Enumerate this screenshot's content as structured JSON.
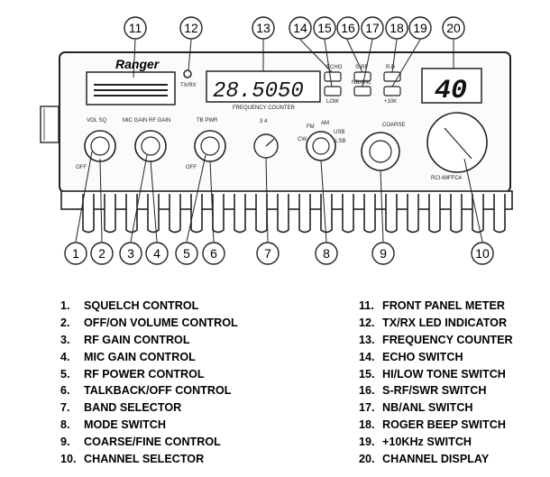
{
  "radio": {
    "brand": "Ranger",
    "frequency_readout": "28.5050",
    "frequency_caption": "FREQUENCY COUNTER",
    "channel_readout": "40",
    "model": "RCI-69FFC4",
    "txrx_label": "TX/RX",
    "knob_labels": {
      "vol_sq": "VOL SQ",
      "mic_rf": "MIC GAIN RF GAIN",
      "tb_pwr": "TB PWR",
      "coarse": "COARSE",
      "off1": "OFF",
      "off2": "OFF",
      "band_nums": "3  4",
      "mode_fm": "FM",
      "mode_am": "AM",
      "mode_cw": "CW",
      "mode_usb": "USB",
      "mode_lsb": "LSB"
    },
    "switch_labels": {
      "echo": "ECHO",
      "tone": "LOW",
      "srf": "S-RF",
      "nb": "NB/ANL",
      "roger": "R.B",
      "khz": "+10K"
    }
  },
  "callouts": {
    "top": [
      "11",
      "12",
      "13",
      "14",
      "15",
      "16",
      "17",
      "18",
      "19",
      "20"
    ],
    "bottom": [
      "1",
      "2",
      "3",
      "4",
      "5",
      "6",
      "7",
      "8",
      "9",
      "10"
    ]
  },
  "legend": {
    "left": [
      {
        "num": "1.",
        "text": "SQUELCH CONTROL"
      },
      {
        "num": "2.",
        "text": "OFF/ON VOLUME CONTROL"
      },
      {
        "num": "3.",
        "text": "RF GAIN CONTROL"
      },
      {
        "num": "4.",
        "text": "MIC GAIN CONTROL"
      },
      {
        "num": "5.",
        "text": "RF POWER CONTROL"
      },
      {
        "num": "6.",
        "text": "TALKBACK/OFF CONTROL"
      },
      {
        "num": "7.",
        "text": "BAND SELECTOR"
      },
      {
        "num": "8.",
        "text": "MODE SWITCH"
      },
      {
        "num": "9.",
        "text": "COARSE/FINE CONTROL"
      },
      {
        "num": "10.",
        "text": "CHANNEL SELECTOR"
      }
    ],
    "right": [
      {
        "num": "11.",
        "text": "FRONT PANEL METER"
      },
      {
        "num": "12.",
        "text": "TX/RX LED INDICATOR"
      },
      {
        "num": "13.",
        "text": "FREQUENCY COUNTER"
      },
      {
        "num": "14.",
        "text": "ECHO SWITCH"
      },
      {
        "num": "15.",
        "text": "HI/LOW TONE SWITCH"
      },
      {
        "num": "16.",
        "text": "S-RF/SWR SWITCH"
      },
      {
        "num": "17.",
        "text": "NB/ANL SWITCH"
      },
      {
        "num": "18.",
        "text": "ROGER BEEP SWITCH"
      },
      {
        "num": "19.",
        "text": "+10KHz SWITCH"
      },
      {
        "num": "20.",
        "text": "CHANNEL DISPLAY"
      }
    ]
  }
}
